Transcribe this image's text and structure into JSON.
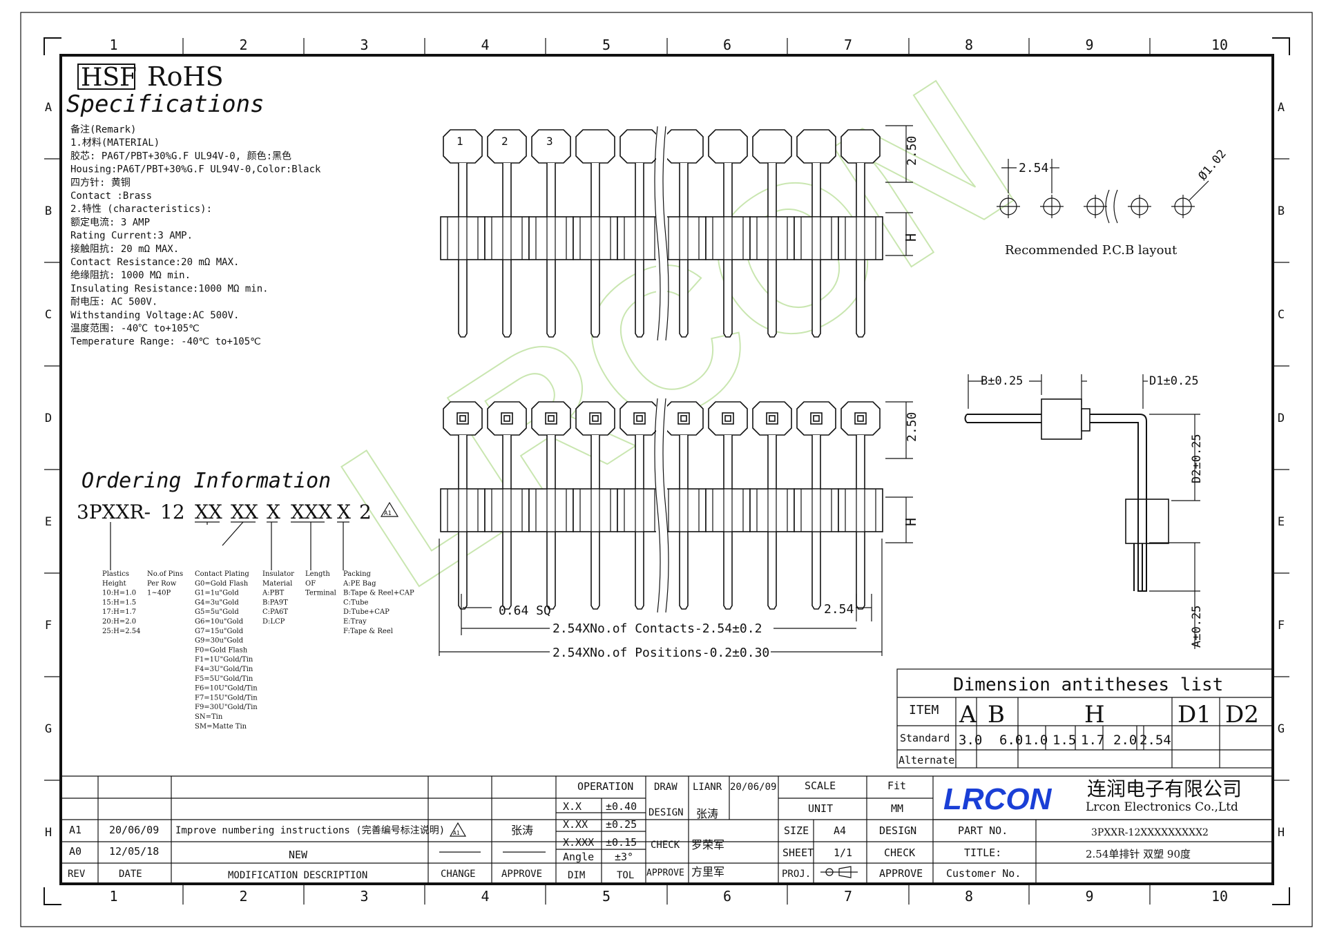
{
  "grid": {
    "columns": [
      "1",
      "2",
      "3",
      "4",
      "5",
      "6",
      "7",
      "8",
      "9",
      "10"
    ],
    "rows": [
      "A",
      "B",
      "C",
      "D",
      "E",
      "F",
      "G",
      "H"
    ]
  },
  "header": {
    "hsf": "HSF",
    "rohs": "RoHS",
    "title": "Specifications"
  },
  "specs": [
    "备注(Remark)",
    "1.材料(MATERIAL)",
    "胶芯: PA6T/PBT+30%G.F UL94V-0, 颜色:黑色",
    "Housing:PA6T/PBT+30%G.F UL94V-0,Color:Black",
    "四方针: 黄铜",
    "Contact :Brass",
    "2.特性 (characteristics):",
    "额定电流: 3 AMP",
    "Rating Current:3 AMP.",
    "接触阻抗: 20 mΩ MAX.",
    "Contact Resistance:20 mΩ MAX.",
    "绝缘阻抗: 1000 MΩ min.",
    "Insulating Resistance:1000 MΩ  min.",
    "耐电压: AC 500V.",
    "Withstanding Voltage:AC 500V.",
    "温度范围: -40℃ to+105℃",
    "Temperature Range: -40℃ to+105℃"
  ],
  "ordering": {
    "title": "Ordering Information",
    "code_parts": [
      "3PXXR-",
      "12",
      "XX",
      "XX",
      "X",
      "XXX",
      "X",
      "2"
    ],
    "revision_mark": "A1",
    "legends": {
      "plastics": [
        "Plastics",
        "Height",
        "10:H=1.0",
        "15:H=1.5",
        "17:H=1.7",
        "20:H=2.0",
        "25:H=2.54"
      ],
      "pins": [
        "No.of Pins",
        "Per Row",
        "1~40P"
      ],
      "plating": [
        "Contact Plating",
        "G0=Gold Flash",
        "G1=1u\"Gold",
        "G4=3u\"Gold",
        "G5=5u\"Gold",
        "G6=10u\"Gold",
        "G7=15u\"Gold",
        "G9=30u\"Gold",
        "F0=Gold Flash",
        "F1=1U\"Gold/Tin",
        "F4=3U\"Gold/Tin",
        "F5=5U\"Gold/Tin",
        "F6=10U\"Gold/Tin",
        "F7=15U\"Gold/Tin",
        "F9=30U\"Gold/Tin",
        "SN=Tin",
        "SM=Matte Tin"
      ],
      "insulator": [
        "Insulator",
        "Material",
        "A:PBT",
        "B:PA9T",
        "C:PA6T",
        "D:LCP"
      ],
      "length": [
        "Length",
        "OF",
        "Terminal"
      ],
      "packing": [
        "Packing",
        "A:PE Bag",
        "B:Tape & Reel+CAP",
        "C:Tube",
        "D:Tube+CAP",
        "E:Tray",
        "F:Tape & Reel"
      ]
    }
  },
  "dimensions": {
    "height_top": "2.50",
    "h_label": "H",
    "pin_numbers": [
      "1",
      "2",
      "3"
    ],
    "pitch_pcb": "2.54",
    "hole_dia": "Ø1.02",
    "pcb_caption": "Recommended P.C.B layout",
    "b_dim": "B±0.25",
    "d1_dim": "D1±0.25",
    "d2_dim": "D2±0.25",
    "a_dim": "A±0.25",
    "sq": "0.64 SQ",
    "pitch": "2.54",
    "contacts": "2.54XNo.of Contacts-2.54±0.2",
    "positions": "2.54XNo.of Positions-0.2±0.30"
  },
  "dim_table": {
    "title": "Dimension antitheses list",
    "item": "ITEM",
    "headers": [
      "A",
      "B",
      "H",
      "D1",
      "D2"
    ],
    "standard_label": "Standard",
    "standard_a": "3.0",
    "standard_b": "6.0",
    "standard_h": [
      "1.0",
      "1.5",
      "1.7",
      "2.0",
      "2.54"
    ],
    "alternate_label": "Alternate"
  },
  "title_block": {
    "revisions": [
      {
        "rev": "A1",
        "date": "20/06/09",
        "desc": "Improve numbering instructions (完善编号标注说明)",
        "change_mark": "A1",
        "approve": "张涛"
      },
      {
        "rev": "A0",
        "date": "12/05/18",
        "desc": "NEW",
        "change_mark": "",
        "approve": ""
      }
    ],
    "col_headers": {
      "rev": "REV",
      "date": "DATE",
      "desc": "MODIFICATION DESCRIPTION",
      "change": "CHANGE",
      "approve": "APPROVE"
    },
    "operation": "OPERATION",
    "tolerances": [
      [
        "X.X",
        "±0.40"
      ],
      [
        "X.XX",
        "±0.25"
      ],
      [
        "X.XXX",
        "±0.15"
      ],
      [
        "Angle",
        "±3°"
      ]
    ],
    "dim": "DIM",
    "tol": "TOL",
    "draw": "DRAW",
    "draw_name": "LIANR",
    "draw_date": "20/06/09",
    "design": "DESIGN",
    "design_name": "张涛",
    "check": "CHECK",
    "check_name": "罗荣军",
    "approve": "APPROVE",
    "approve_name": "方里军",
    "scale": "SCALE",
    "scale_val": "Fit",
    "unit": "UNIT",
    "unit_val": "MM",
    "size": "SIZE",
    "size_val": "A4",
    "sheet": "SHEET",
    "sheet_val": "1/1",
    "proj": "PROJ.",
    "design2": "DESIGN",
    "check2": "CHECK",
    "approve2": "APPROVE",
    "logo": "LRCON",
    "company_cn": "连润电子有限公司",
    "company_en": "Lrcon Electronics Co.,Ltd",
    "part_no_label": "PART NO.",
    "part_no": "3PXXR-12XXXXXXXXX2",
    "title_label": "TITLE:",
    "title_val": "2.54单排针 双塑 90度",
    "customer_no": "Customer No."
  },
  "watermark": "LRCON"
}
